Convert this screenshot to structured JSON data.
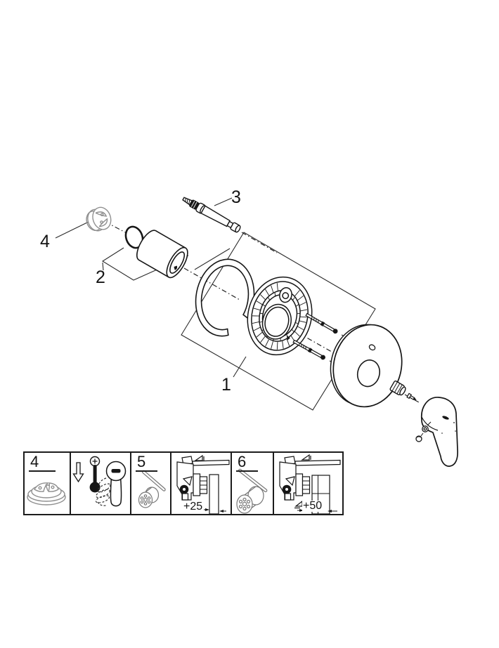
{
  "page": {
    "bg": "#ffffff",
    "line_color": "#1a1a1a",
    "muted_color": "#8f8f8f"
  },
  "diagram": {
    "labels": {
      "kit": "1",
      "sleeve_set": "2",
      "spindle_extension": "3",
      "cap": "4"
    }
  },
  "strip": {
    "cells": [
      {
        "number": "4"
      },
      {},
      {
        "number": "5"
      },
      {
        "dimension": "+25"
      },
      {
        "number": "6"
      },
      {
        "dimension": "+50"
      }
    ]
  }
}
